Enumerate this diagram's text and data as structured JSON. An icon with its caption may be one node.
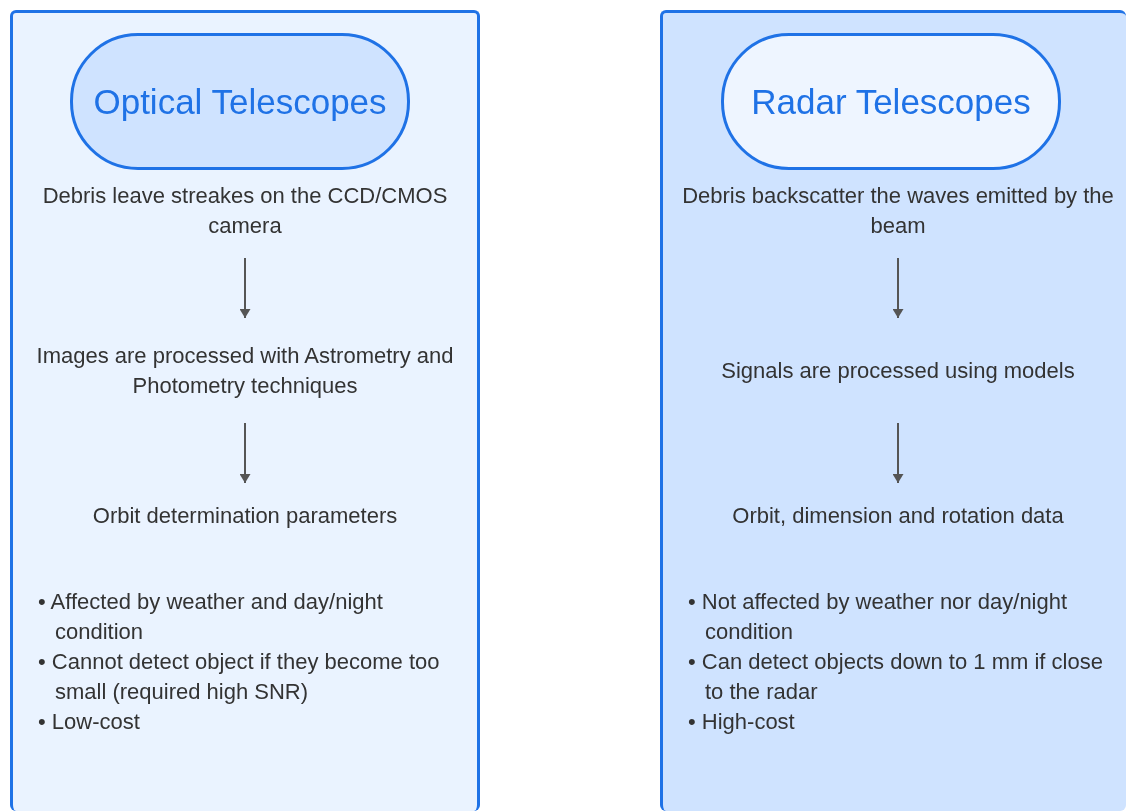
{
  "diagram": {
    "nodes": [
      {
        "text": [],
        "shape": "box"
      },
      {
        "text": [
          "Optical Telescopes"
        ],
        "in": 0
      },
      {
        "text": [
          "Debris leave streakes on the CCD/CMOS camera"
        ],
        "in": 0
      },
      {
        "text": [
          "Images are processed with Astrometry and Photometry techniques"
        ],
        "in": 0
      },
      {
        "text": [
          "Orbit determination parameters"
        ],
        "in": 0
      },
      {
        "text": [
          "• Affected by weather and day/night condition",
          "• Cannot detect object if they become too small (required high SNR)",
          "• Low-cost"
        ],
        "in": 0
      },
      {
        "text": [],
        "shape": "box"
      },
      {
        "text": [
          "Radar Telescopes"
        ],
        "in": 6
      },
      {
        "text": [
          "Debris backscatter the waves emitted by the beam"
        ],
        "in": 6
      },
      {
        "text": [
          "Signals are processed using models"
        ],
        "in": 6
      },
      {
        "text": [
          "Orbit, dimension and rotation data"
        ],
        "in": 6
      },
      {
        "text": [
          "• Not affected by weather nor day/night condition",
          "• Can detect objects down to 1 mm if close to the radar",
          "• High-cost"
        ],
        "in": 6
      }
    ],
    "edges": [
      {
        "from": 2,
        "to": 3,
        "arrow": "to"
      },
      {
        "from": 3,
        "to": 4,
        "arrow": "to"
      },
      {
        "from": 8,
        "to": 9,
        "arrow": "to"
      },
      {
        "from": 9,
        "to": 10,
        "arrow": "to"
      }
    ]
  }
}
